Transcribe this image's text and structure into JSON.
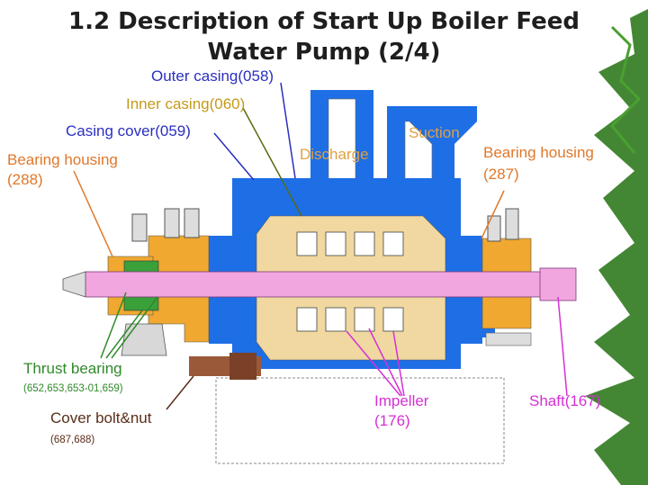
{
  "slide": {
    "title_line1": "1.2 Description of Start Up Boiler Feed",
    "title_line2": "Water Pump (2/4)"
  },
  "labels": {
    "outer_casing": "Outer casing(058)",
    "inner_casing": "Inner casing(060)",
    "casing_cover": "Casing cover(059)",
    "bearing_housing_left_1": "Bearing housing",
    "bearing_housing_left_2": "(288)",
    "discharge": "Discharge",
    "suction": "Suction",
    "bearing_housing_right_1": "Bearing housing",
    "bearing_housing_right_2": "(287)",
    "thrust_bearing": "Thrust bearing",
    "thrust_bearing_nums": "(652,653,653-01,659)",
    "cover_bolt": "Cover bolt&nut",
    "cover_bolt_nums": "(687,688)",
    "impeller_1": "Impeller",
    "impeller_2": "(176)",
    "shaft": "Shaft(167)"
  },
  "colors": {
    "outer_casing": "#1e6fe6",
    "inner_casing": "#f0d8a0",
    "shaft": "#f2a6e0",
    "bearing": "#f0a830",
    "bolt": "#9a5a3a",
    "leaves": "#2f7a1e"
  }
}
